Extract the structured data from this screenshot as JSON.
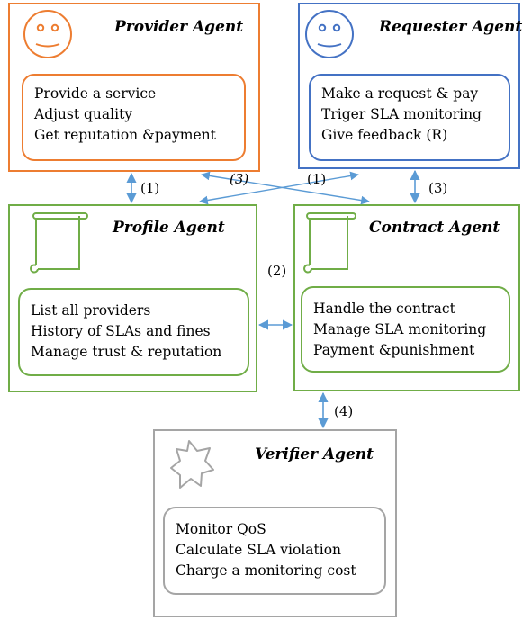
{
  "provider": {
    "title": "Provider Agent",
    "items": [
      "Provide a service",
      "Adjust quality",
      "Get reputation &payment"
    ]
  },
  "requester": {
    "title": "Requester Agent",
    "items": [
      "Make a request & pay",
      "Triger SLA monitoring",
      "Give feedback (R)"
    ]
  },
  "profile": {
    "title": "Profile Agent",
    "items": [
      "List all providers",
      "History of SLAs and fines",
      "Manage trust & reputation"
    ]
  },
  "contract": {
    "title": "Contract Agent",
    "items": [
      "Handle the contract",
      "Manage SLA monitoring",
      "Payment &punishment"
    ]
  },
  "verifier": {
    "title": "Verifier Agent",
    "items": [
      "Monitor QoS",
      "Calculate SLA violation",
      "Charge a monitoring cost"
    ]
  },
  "labels": {
    "provider_profile": "(1)",
    "cross_left": "(3)",
    "cross_right": "(1)",
    "requester_contract": "(3)",
    "profile_contract": "(2)",
    "contract_verifier": "(4)"
  },
  "colors": {
    "provider": "#ED7D31",
    "requester": "#4472C4",
    "profile": "#70AD47",
    "contract": "#70AD47",
    "verifier": "#A5A5A5",
    "arrow": "#5B9BD5"
  },
  "icons": {
    "provider": "smiley-face-icon",
    "requester": "smiley-face-icon",
    "profile": "scroll-icon",
    "contract": "scroll-icon",
    "verifier": "star-burst-icon"
  }
}
